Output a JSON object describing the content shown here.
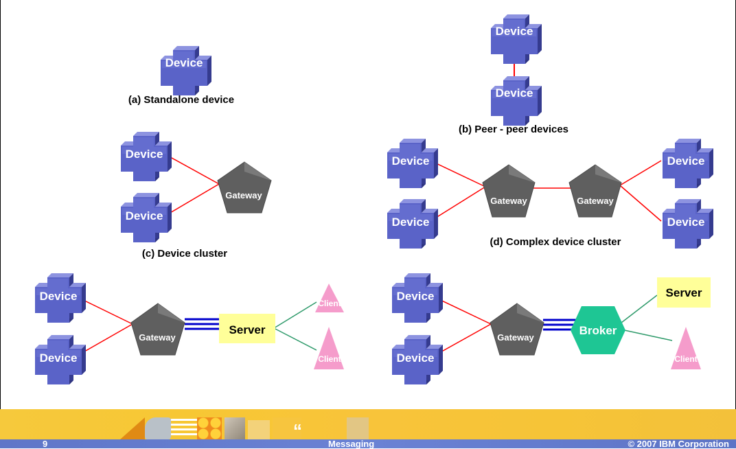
{
  "diagram": {
    "captions": {
      "a": "(a) Standalone device",
      "b": "(b) Peer - peer devices",
      "c": "(c) Device cluster",
      "d": "(d) Complex device cluster"
    },
    "labels": {
      "device": "Device",
      "gateway": "Gateway",
      "server": "Server",
      "client": "Client",
      "broker": "Broker"
    },
    "colors": {
      "device": "#5a63c8",
      "gateway": "#5f5f5f",
      "server": "#ffff99",
      "client": "#f59ccb",
      "broker": "#1ec694",
      "device_link": "#ff0000",
      "client_link": "#2e9a6a",
      "gateway_server_link": "#0000cc"
    }
  },
  "footer": {
    "page_number": "9",
    "title": "Messaging",
    "copyright": "© 2007 IBM Corporation"
  }
}
